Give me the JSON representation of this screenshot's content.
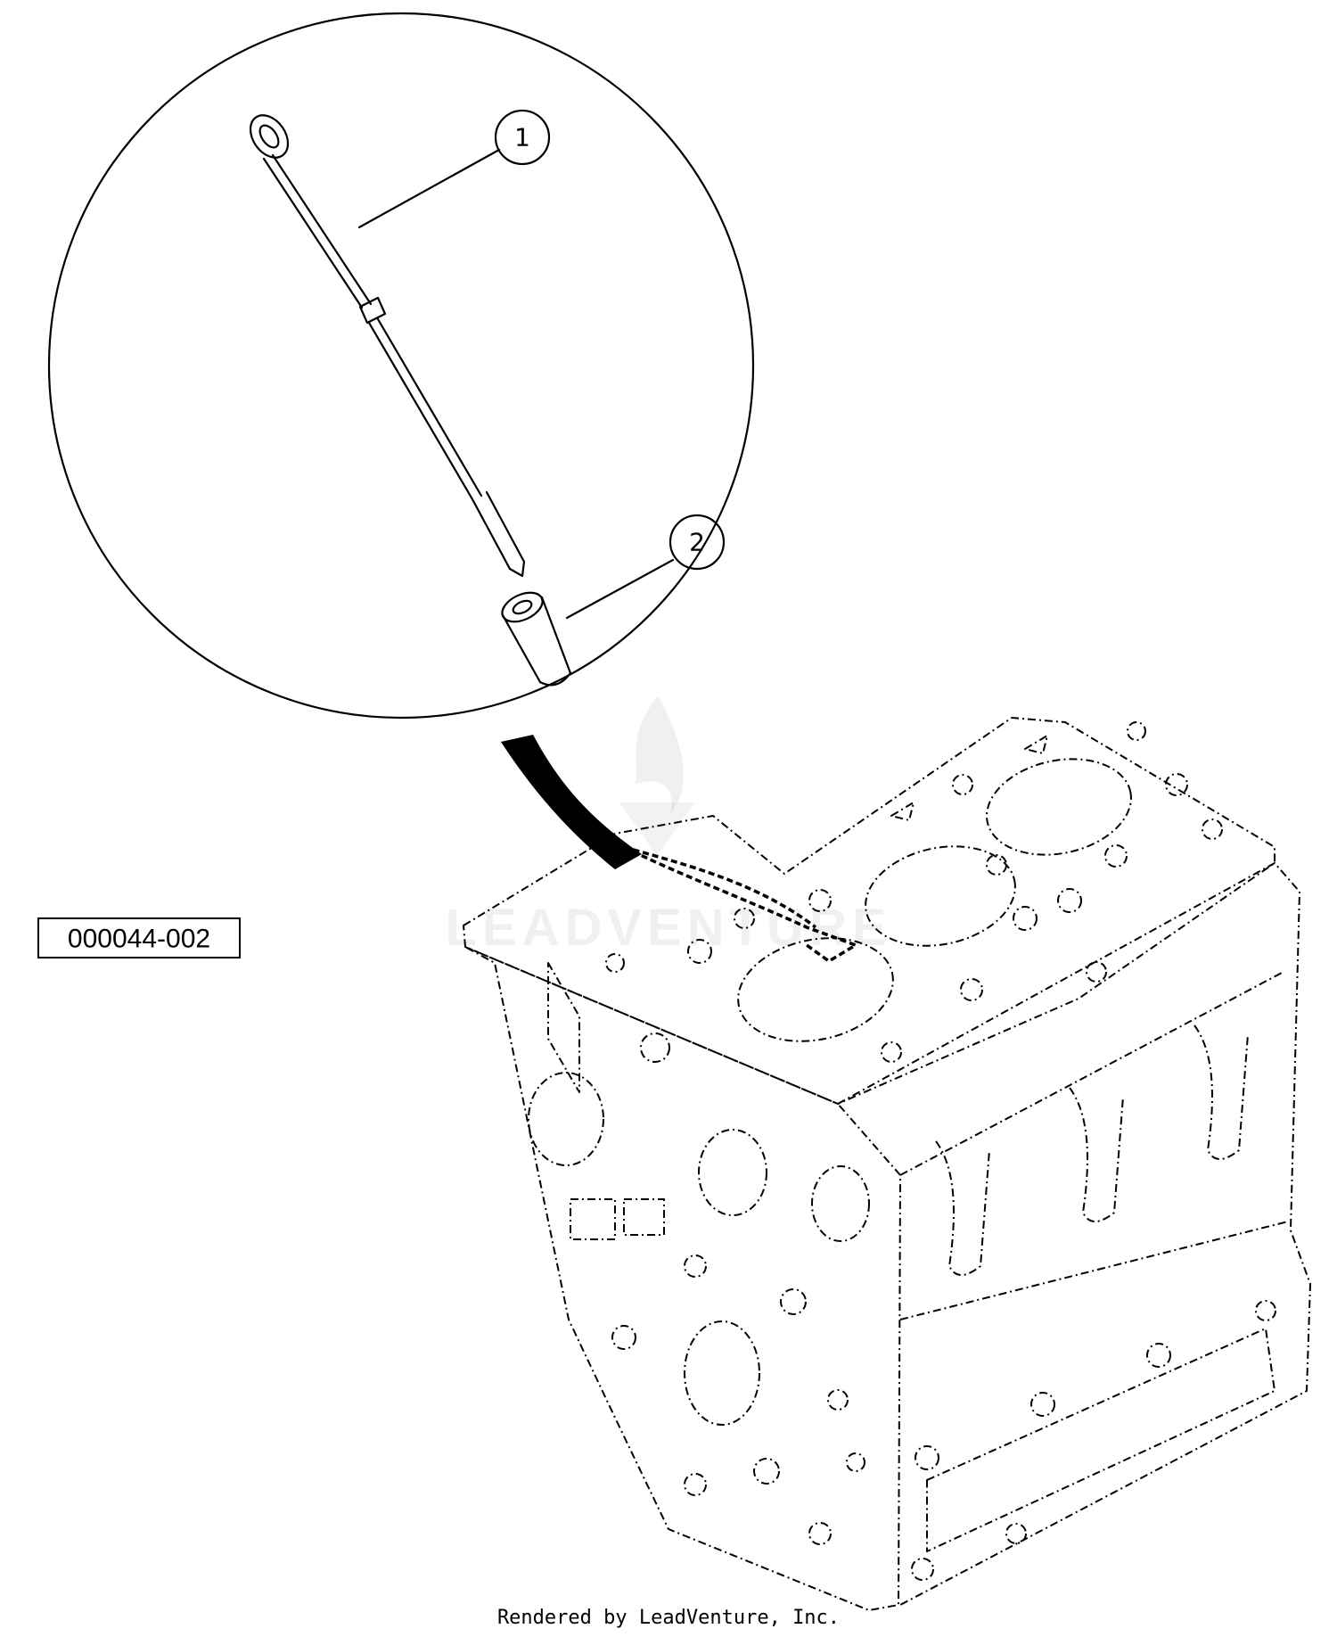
{
  "figure_id": "000044-002",
  "callouts": [
    {
      "label": "1",
      "part": "dipstick"
    },
    {
      "label": "2",
      "part": "dipstick-guide"
    }
  ],
  "watermark": "LEADVENTURE",
  "footer": "Rendered by LeadVenture, Inc."
}
